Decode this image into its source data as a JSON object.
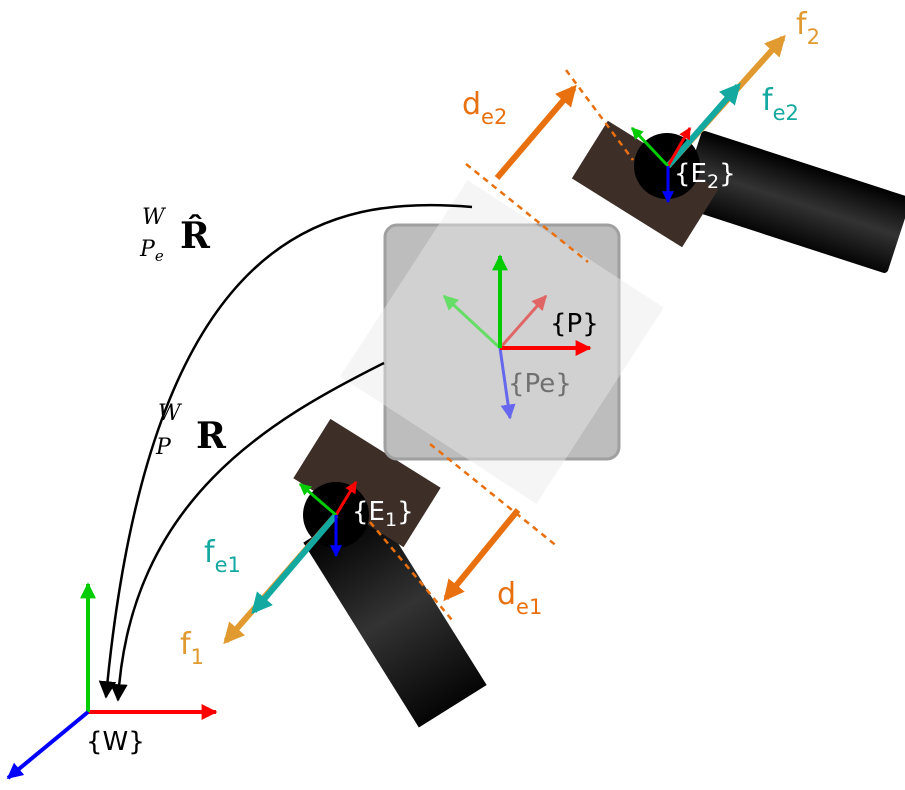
{
  "colors": {
    "x_axis": "#ff0000",
    "y_axis": "#00cc00",
    "z_axis": "#0000ff",
    "estimated_x_axis": "#e06666",
    "estimated_y_axis": "#66dd66",
    "estimated_z_axis": "#6666ee",
    "distance_orange": "#e8700e",
    "external_force": "#e09a30",
    "contact_force": "#13a8a0",
    "finger_body": "#1a1a1a",
    "finger_pad": "#3d2e28",
    "object_fill": "#bdbdbd",
    "estimated_object_fill": "#e9e9e9"
  },
  "frames": {
    "world": "{W}",
    "object": "{P}",
    "object_estimate": "{Pe}",
    "end_effector_1": {
      "base": "{E",
      "sub": "1",
      "close": "}"
    },
    "end_effector_2": {
      "base": "{E",
      "sub": "2",
      "close": "}"
    }
  },
  "forces": {
    "f1": {
      "base": "f",
      "sub": "1"
    },
    "f2": {
      "base": "f",
      "sub": "2"
    },
    "fe1": {
      "base": "f",
      "sub": "e1"
    },
    "fe2": {
      "base": "f",
      "sub": "e2"
    }
  },
  "distances": {
    "de1": {
      "base": "d",
      "sub": "e1"
    },
    "de2": {
      "base": "d",
      "sub": "e2"
    }
  },
  "rotations": {
    "estimated": {
      "superscript": "W",
      "subscript": "P",
      "subscript_sub": "e",
      "symbol": "R̂"
    },
    "true": {
      "superscript": "W",
      "subscript": "P",
      "symbol": "R"
    }
  }
}
